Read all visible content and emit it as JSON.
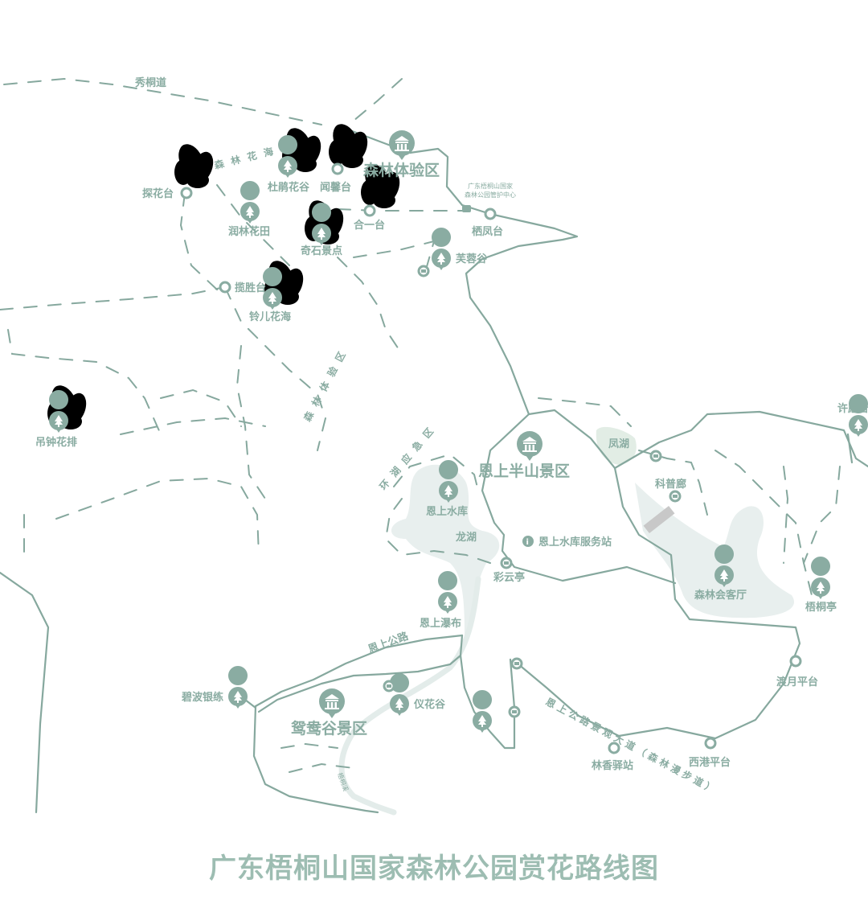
{
  "title": "广东梧桐山国家森林公园赏花路线图",
  "colors": {
    "road": "#86a89e",
    "marker": "#8aaca2",
    "lake": "#e8efee",
    "title": "#9dbdb2",
    "flower": "#d7e5ec"
  },
  "zones": {
    "forest_experience": "森林体验区",
    "enshang_banshan": "恩上半山景区",
    "yuanyang_valley": "鸳鸯谷景区"
  },
  "roads": {
    "xiutong": "秀桐道",
    "forest_flower_sea": "森林花海",
    "forest_experience_trail": "森林体验区",
    "lake_emergency": "环湖应急区",
    "enshang_road": "恩上公路",
    "scenic_avenue": "恩上公路景观大道（森林漫步道）",
    "stream": "梧桐溪"
  },
  "places": {
    "tanhuatai": "探花台",
    "dujuanhuagu": "杜鹃花谷",
    "wenxintai": "闻馨台",
    "runlinhuatian": "润林花田",
    "qishijingdian": "奇石景点",
    "heyitai": "合一台",
    "management_center_1": "广东梧桐山国家",
    "management_center_2": "森林公园管护中心",
    "qifengtai": "栖凤台",
    "furonggu": "芙蓉谷",
    "lanshengtai": "揽胜台",
    "linger": "铃儿花海",
    "diaozhong": "吊钟花排",
    "enshang_reservoir": "恩上水库",
    "longhu": "龙湖",
    "fenghu": "凤湖",
    "kepulang": "科普廊",
    "service_station": "恩上水库服务站",
    "caiyunting": "彩云亭",
    "senlinhuiketing": "森林会客厅",
    "wutongting": "梧桐亭",
    "xuyuantai": "许愿台",
    "enshang_waterfall": "恩上瀑布",
    "dueyuepingtai": "渡月平台",
    "biboyinlian": "碧波银练",
    "yihuagu": "仪花谷",
    "linxiangyizhan": "林香驿站",
    "xigangpingtai": "西港平台"
  },
  "icons": [
    "tree-pin-icon",
    "viewpoint-ring-icon",
    "museum-icon",
    "pavilion-icon",
    "info-icon",
    "management-center-icon",
    "flower-illustration"
  ]
}
